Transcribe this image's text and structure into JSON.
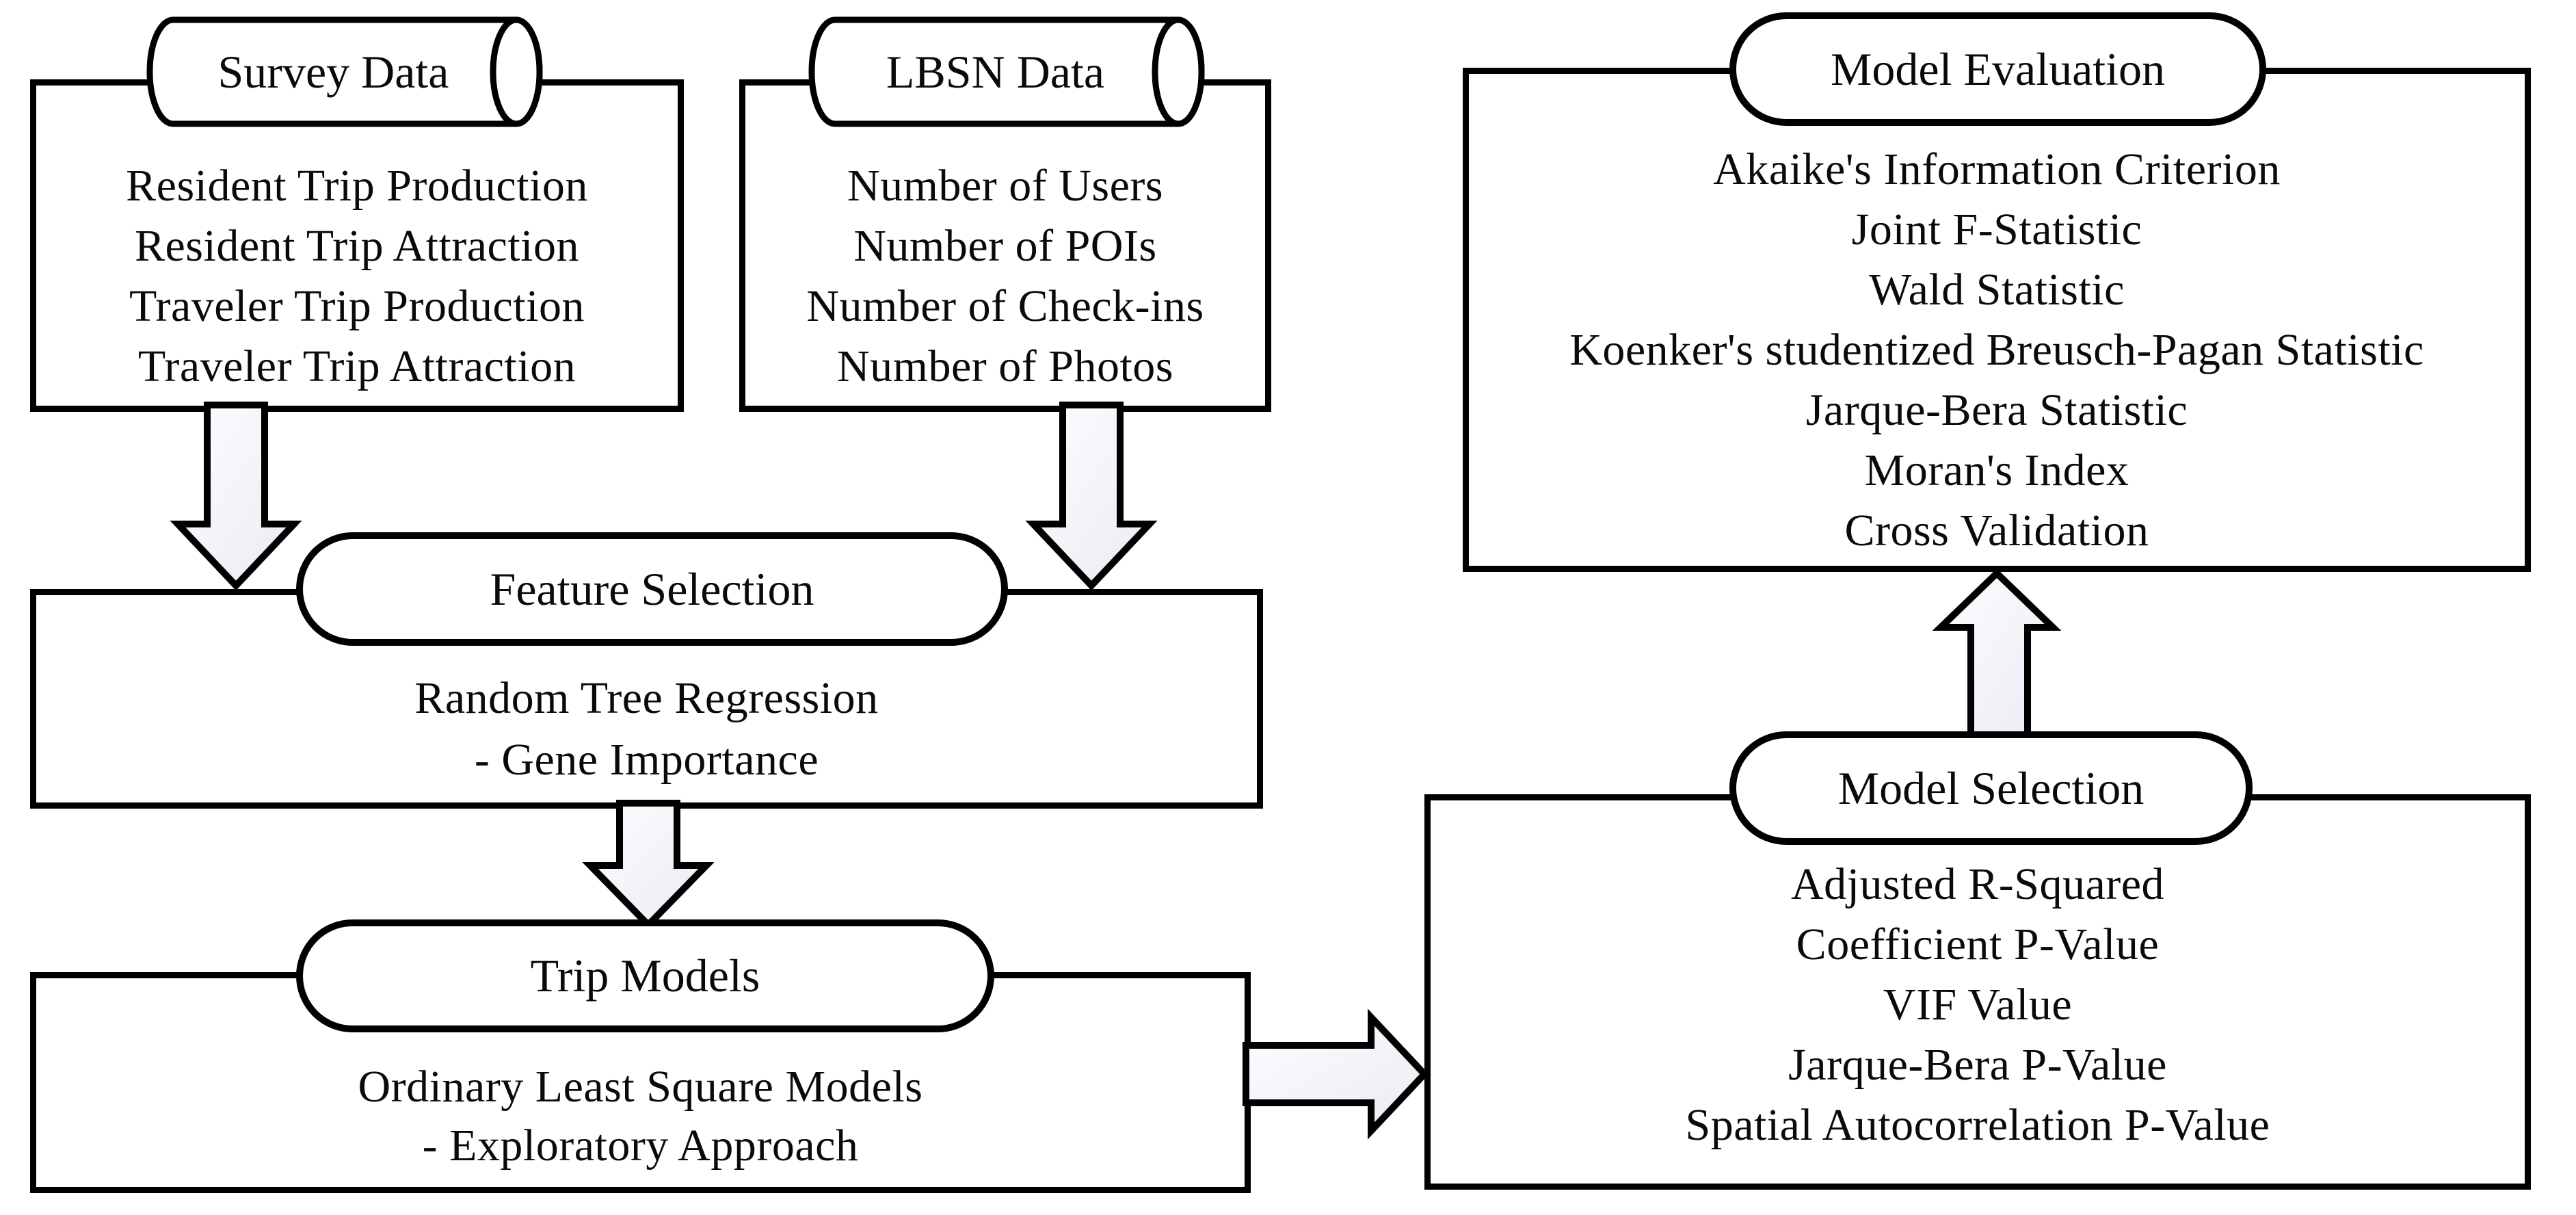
{
  "diagram_title": "Trip modeling methodology flowchart",
  "colors": {
    "background": "#ffffff",
    "stroke": "#000000",
    "text": "#0a0a0a",
    "arrow_fill_light": "#fdfdff",
    "arrow_fill_dark": "#e9ecf3"
  },
  "nodes": {
    "survey_data": {
      "header": "Survey Data",
      "shape": "cylinder",
      "items": [
        "Resident Trip Production",
        "Resident Trip Attraction",
        "Traveler Trip Production",
        "Traveler Trip Attraction"
      ]
    },
    "lbsn_data": {
      "header": "LBSN Data",
      "shape": "cylinder",
      "items": [
        "Number of Users",
        "Number of POIs",
        "Number of Check-ins",
        "Number of Photos"
      ]
    },
    "model_evaluation": {
      "header": "Model Evaluation",
      "shape": "stadium",
      "items": [
        "Akaike's Information Criterion",
        "Joint F-Statistic",
        "Wald Statistic",
        "Koenker's studentized Breusch-Pagan Statistic",
        "Jarque-Bera Statistic",
        "Moran's Index",
        "Cross Validation"
      ]
    },
    "feature_selection": {
      "header": "Feature Selection",
      "shape": "stadium",
      "items": [
        "Random Tree Regression",
        "- Gene Importance"
      ]
    },
    "trip_models": {
      "header": "Trip Models",
      "shape": "stadium",
      "items": [
        "Ordinary Least Square Models",
        "- Exploratory Approach"
      ]
    },
    "model_selection": {
      "header": "Model Selection",
      "shape": "stadium",
      "items": [
        "Adjusted R-Squared",
        "Coefficient P-Value",
        "VIF Value",
        "Jarque-Bera P-Value",
        "Spatial Autocorrelation P-Value"
      ]
    }
  },
  "edges": [
    {
      "from": "Survey Data",
      "to": "Feature Selection",
      "direction": "down"
    },
    {
      "from": "LBSN Data",
      "to": "Feature Selection",
      "direction": "down"
    },
    {
      "from": "Feature Selection",
      "to": "Trip Models",
      "direction": "down"
    },
    {
      "from": "Trip Models",
      "to": "Model Selection",
      "direction": "right"
    },
    {
      "from": "Model Selection",
      "to": "Model Evaluation",
      "direction": "up"
    }
  ]
}
